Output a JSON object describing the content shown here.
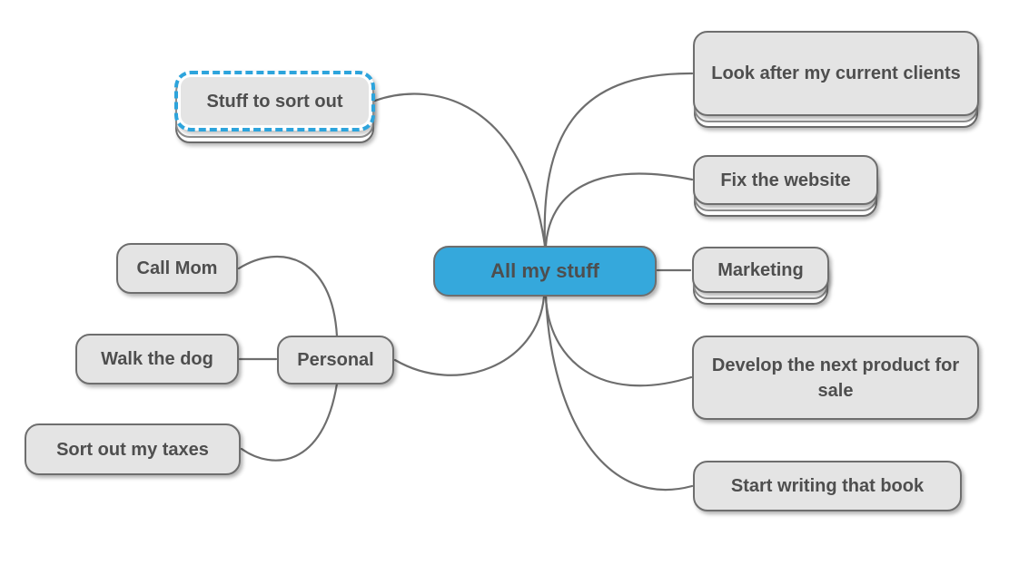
{
  "title": "All my stuff mind map",
  "colors": {
    "root_fill": "#35a8dc",
    "accent": "#2da4dc",
    "node_fill": "#e4e4e4",
    "node_border": "#6e6e6e",
    "connector": "#6e6e6e",
    "text": "#4e4e4e",
    "background": "#ffffff"
  },
  "nodes": {
    "root": {
      "label": "All my stuff"
    },
    "stuff_to_sort_out": {
      "label": "Stuff to sort out",
      "selected": true,
      "stacked": true
    },
    "look_after_clients": {
      "label": "Look after my current clients",
      "stacked": true
    },
    "fix_website": {
      "label": "Fix the website",
      "stacked": true
    },
    "marketing": {
      "label": "Marketing",
      "stacked": true
    },
    "develop_product": {
      "label": "Develop the next product for sale"
    },
    "start_book": {
      "label": "Start writing that book"
    },
    "personal": {
      "label": "Personal"
    },
    "call_mom": {
      "label": "Call Mom"
    },
    "walk_dog": {
      "label": "Walk the dog"
    },
    "sort_taxes": {
      "label": "Sort out my taxes"
    }
  },
  "edges": [
    {
      "from": "stuff_to_sort_out",
      "to": "root"
    },
    {
      "from": "root",
      "to": "look_after_clients"
    },
    {
      "from": "root",
      "to": "fix_website"
    },
    {
      "from": "root",
      "to": "marketing"
    },
    {
      "from": "root",
      "to": "develop_product"
    },
    {
      "from": "root",
      "to": "start_book"
    },
    {
      "from": "root",
      "to": "personal"
    },
    {
      "from": "call_mom",
      "to": "personal"
    },
    {
      "from": "walk_dog",
      "to": "personal"
    },
    {
      "from": "sort_taxes",
      "to": "personal"
    }
  ]
}
